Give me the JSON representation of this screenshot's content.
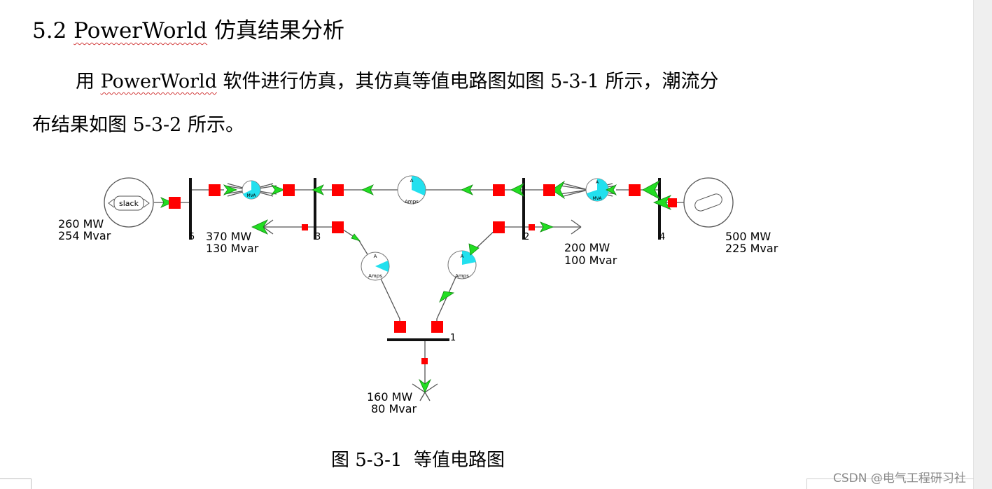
{
  "heading": {
    "num": "5.2 ",
    "pw": "PowerWorld",
    "rest": " 仿真结果分析"
  },
  "paragraph": {
    "l1_a": "用 ",
    "l1_pw": "PowerWorld",
    "l1_b": " 软件进行仿真，其仿真等值电路图如图 5-3-1 所示，潮流分",
    "l2": "布结果如图 5-3-2 所示。"
  },
  "diagram": {
    "slack_label": "slack",
    "buses": {
      "b1": "1",
      "b2": "2",
      "b3": "3",
      "b4": "4",
      "b5": "5"
    },
    "gen_slack": {
      "mw": "260 MW",
      "mvar": "254 Mvar"
    },
    "gen_4": {
      "mw": "500 MW",
      "mvar": "225 Mvar"
    },
    "load_3": {
      "mw": "370 MW",
      "mvar": "130 Mvar"
    },
    "load_2": {
      "mw": "200 MW",
      "mvar": "100 Mvar"
    },
    "load_1": {
      "mw": "160 MW",
      "mvar": "80 Mvar"
    },
    "gauge_letter": "A",
    "gauge_amps": "Amps",
    "gauge_mva": "MVA"
  },
  "caption": {
    "fig": "图 5-3-1",
    "title": "等值电路图"
  },
  "watermark": "CSDN @电气工程研习社",
  "colors": {
    "breaker": "#ff0000",
    "arrow": "#22dd22",
    "gauge": "#22e0ee",
    "wavy_underline": "#d23b3b"
  }
}
